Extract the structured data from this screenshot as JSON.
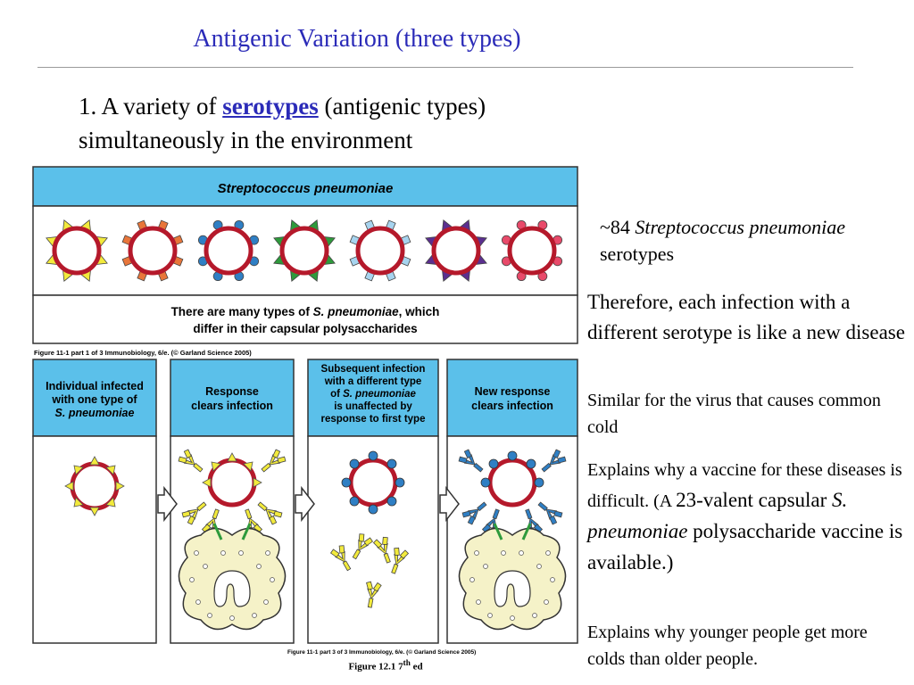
{
  "title": "Antigenic Variation (three types)",
  "point1": {
    "prefix": "1.  A variety of ",
    "keyword": "serotypes",
    "line1_rest": " (antigenic types)",
    "line2": "simultaneously in the environment"
  },
  "figure_top": {
    "header": "Streptococcus pneumoniae",
    "caption_line1_a": "There are many types of ",
    "caption_line1_em": "S. pneumoniae",
    "caption_line1_b": ", which",
    "caption_line2": "differ in their capsular polysaccharides",
    "credit": "Figure 11-1 part 1 of 3  Immunobiology, 6/e. (© Garland Science 2005)",
    "serotype_colors": [
      "#f2ea3c",
      "#e8763a",
      "#2f7fc4",
      "#2e9a3c",
      "#a7d4ef",
      "#5b2f8f",
      "#e84a6a"
    ]
  },
  "figure_bottom": {
    "panel1": {
      "line1": "Individual infected",
      "line2": "with one type of",
      "line3": "S. pneumoniae"
    },
    "panel2": {
      "line1": "Response",
      "line2": "clears infection"
    },
    "panel3": {
      "line1": "Subsequent infection",
      "line2": "with a different type",
      "line3_a": "of ",
      "line3_em": "S. pneumoniae",
      "line4": "is unaffected by",
      "line5": "response to first type"
    },
    "panel4": {
      "line1": "New response",
      "line2": "clears infection"
    },
    "credit": "Figure 11-1 part 3 of 3  Immunobiology, 6/e. (© Garland Science 2005)"
  },
  "figure_caption": {
    "text": "Figure 12.1 7",
    "sup": "th",
    "suffix": " ed"
  },
  "side": {
    "s1_prefix": "~84 ",
    "s1_em": "Streptococcus pneumoniae",
    "s1_suffix": " serotypes",
    "s2": "Therefore, each infection with a different serotype is like a new disease",
    "s3": "Similar for the virus that causes common cold",
    "s4_a": "Explains why a vaccine for these diseases is difficult. (A ",
    "s4_num": "23",
    "s4_b": "-valent capsular ",
    "s4_em": "S. pneumoniae",
    "s4_c": " polysaccharide vaccine is available.)",
    "s5": "Explains why younger people get more colds than older people."
  },
  "colors": {
    "title": "#2b2bb8",
    "panel_header": "#5bc0ea",
    "bacterium_ring": "#b5192b",
    "yellow_antigen": "#f2ea3c",
    "blue_antigen": "#2f7fc4",
    "phagocyte": "#f5f2c8"
  }
}
